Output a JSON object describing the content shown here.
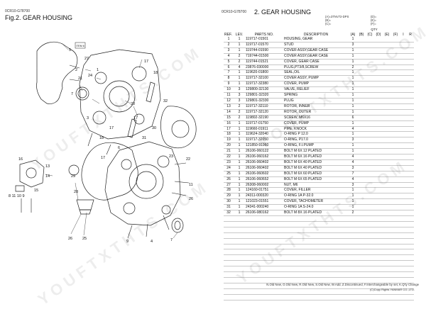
{
  "left_page": {
    "model_code": "0CR10-G78700",
    "figure_title": "Fig.2.  GEAR HOUSING",
    "callouts": [
      "1",
      "2",
      "3",
      "4",
      "5",
      "6",
      "7",
      "8",
      "9",
      "10",
      "11",
      "12",
      "13",
      "14",
      "15",
      "16",
      "17",
      "18",
      "19",
      "20",
      "21",
      "22",
      "23",
      "24",
      "25",
      "26",
      "27",
      "28",
      "29",
      "30",
      "31",
      "32"
    ],
    "tags": {
      "tag1": "ITEM 6",
      "tag2": ""
    },
    "callout_labels": {
      "c8_11_10_9": "8  11  10  9"
    }
  },
  "right_page": {
    "model_code": "0CR10-G78700",
    "section_title": "2.  GEAR HOUSING",
    "model_notes": {
      "a": "(A)=3TNV72-DPS",
      "b": "(B)=",
      "c": "(C)=",
      "d": "(D)=",
      "e": "(E)=",
      "f": "(F)="
    },
    "headers": {
      "ref": "REF.",
      "lev": "LEV.",
      "parts_no": "PARTS NO.",
      "description": "DESCRIPTION",
      "qty": "QTY",
      "a": "(A)",
      "b": "(B)",
      "c": "(C)",
      "d": "(D)",
      "e": "(E)",
      "f": "(F)",
      "i": "I",
      "r": "R"
    },
    "rows": [
      {
        "ref": "1",
        "lev": "1",
        "parts": "119717-01501",
        "desc": "HOUSING, GEAR",
        "qty": "1"
      },
      {
        "ref": "2",
        "lev": "1",
        "parts": "119717-01570",
        "desc": "STUD",
        "qty": "3"
      },
      {
        "ref": "3",
        "lev": "1",
        "parts": "119744-01590",
        "desc": "COVER ASSY,GEAR CASE",
        "qty": "1"
      },
      {
        "ref": "4",
        "lev": "2",
        "parts": "719744-01500",
        "desc": "COVER ASSY,GEAR CASE",
        "qty": "1"
      },
      {
        "ref": "5",
        "lev": "2",
        "parts": "119744-01521",
        "desc": "COVER, GEAR CASE",
        "qty": "1"
      },
      {
        "ref": "6",
        "lev": "4",
        "parts": "23876-030000",
        "desc": "PLUG,PT3/8,SCREW",
        "qty": "2"
      },
      {
        "ref": "7",
        "lev": "1",
        "parts": "119620-01800",
        "desc": "SEAL,OIL",
        "qty": "1"
      },
      {
        "ref": "8",
        "lev": "1",
        "parts": "119717-32100",
        "desc": "COVER ASSY, PUMP",
        "qty": "1"
      },
      {
        "ref": "9",
        "lev": "1",
        "parts": "119717-32380",
        "desc": "COVER, PUMP",
        "qty": "1"
      },
      {
        "ref": "10",
        "lev": "3",
        "parts": "129800-32130",
        "desc": "VALVE, RELIEF",
        "qty": "1"
      },
      {
        "ref": "11",
        "lev": "3",
        "parts": "129801-32320",
        "desc": "SPRING",
        "qty": "1"
      },
      {
        "ref": "12",
        "lev": "3",
        "parts": "129801-32330",
        "desc": "PLUG",
        "qty": "1"
      },
      {
        "ref": "13",
        "lev": "2",
        "parts": "119717-32110",
        "desc": "ROTOR, INNER",
        "qty": "1"
      },
      {
        "ref": "14",
        "lev": "2",
        "parts": "119717-32120",
        "desc": "ROTOR, OUTER",
        "qty": "1"
      },
      {
        "ref": "15",
        "lev": "2",
        "parts": "119802-32190",
        "desc": "SCREW, M6X16",
        "qty": "6"
      },
      {
        "ref": "16",
        "lev": "1",
        "parts": "119717-01750",
        "desc": "COVER, PUMP",
        "qty": "1"
      },
      {
        "ref": "17",
        "lev": "1",
        "parts": "119660-01911",
        "desc": "PIPE, KNOCK",
        "qty": "4"
      },
      {
        "ref": "18",
        "lev": "1",
        "parts": "119624-32040",
        "desc": "O-RING P 12.0",
        "qty": "1"
      },
      {
        "ref": "19",
        "lev": "1",
        "parts": "119717-32050",
        "desc": "O-RING, P17.0",
        "qty": "3"
      },
      {
        "ref": "20",
        "lev": "1",
        "parts": "121850-91960",
        "desc": "O-RING, F.I.PUMP",
        "qty": "1"
      },
      {
        "ref": "21",
        "lev": "1",
        "parts": "26106-060122",
        "desc": "BOLT M 6X 12 PLATED",
        "qty": "1"
      },
      {
        "ref": "22",
        "lev": "1",
        "parts": "26106-060162",
        "desc": "BOLT M 6X 16 PLATED",
        "qty": "4"
      },
      {
        "ref": "23",
        "lev": "1",
        "parts": "26106-060402",
        "desc": "BOLT M 6X 40 PLATED",
        "qty": "4"
      },
      {
        "ref": "24",
        "lev": "1",
        "parts": "26106-060402",
        "desc": "BOLT M 6X 40 PLATED",
        "qty": "3"
      },
      {
        "ref": "25",
        "lev": "1",
        "parts": "26106-060602",
        "desc": "BOLT M 6X 60 PLATED",
        "qty": "7"
      },
      {
        "ref": "26",
        "lev": "1",
        "parts": "26106-060652",
        "desc": "BOLT M 6X 65 PLATED",
        "qty": "4"
      },
      {
        "ref": "27",
        "lev": "1",
        "parts": "26308-060002",
        "desc": "NUT, M6",
        "qty": "3"
      },
      {
        "ref": "28",
        "lev": "1",
        "parts": "124160-01751",
        "desc": "COVER, FILLER",
        "qty": "1"
      },
      {
        "ref": "29",
        "lev": "1",
        "parts": "24311-000320",
        "desc": "O-RING 1A P-32.0",
        "qty": "1"
      },
      {
        "ref": "30",
        "lev": "1",
        "parts": "121023-01551",
        "desc": "COVER, TACHOMETER",
        "qty": "1"
      },
      {
        "ref": "31",
        "lev": "1",
        "parts": "24341-000240",
        "desc": "O-RING 1A S-24.0",
        "qty": "1"
      },
      {
        "ref": "32",
        "lev": "1",
        "parts": "26106-080162",
        "desc": "BOLT M 8X 16 PLATED",
        "qty": "2"
      }
    ],
    "empty_row_count": 15,
    "footer": "N.Old  New, O.Old  New, R.Old  New, S.Old  New, W.Add, Z.Discontinued, F.Interchangeable by set, K.Q'ty Change",
    "copyright": "(C)Copy Rights YANMAR CO.,LTD."
  },
  "watermark": "YOUFTXTHTS.COM"
}
